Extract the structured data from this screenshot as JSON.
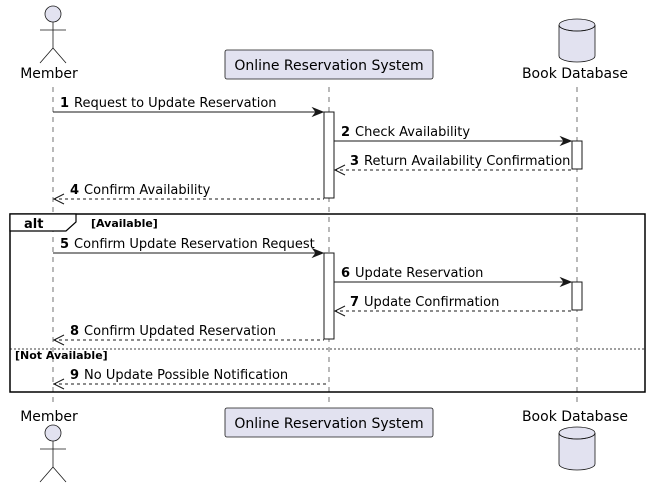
{
  "participants": [
    {
      "id": "member",
      "name": "Member",
      "kind": "actor"
    },
    {
      "id": "system",
      "name": "Online Reservation System",
      "kind": "participant"
    },
    {
      "id": "db",
      "name": "Book Database",
      "kind": "database"
    }
  ],
  "messages": [
    {
      "num": "1",
      "text": "Request to Update Reservation",
      "from": "member",
      "to": "system",
      "style": "solid"
    },
    {
      "num": "2",
      "text": "Check Availability",
      "from": "system",
      "to": "db",
      "style": "solid"
    },
    {
      "num": "3",
      "text": "Return Availability Confirmation",
      "from": "db",
      "to": "system",
      "style": "dashed"
    },
    {
      "num": "4",
      "text": "Confirm Availability",
      "from": "system",
      "to": "member",
      "style": "dashed"
    },
    {
      "num": "5",
      "text": "Confirm Update Reservation Request",
      "from": "member",
      "to": "system",
      "style": "solid"
    },
    {
      "num": "6",
      "text": "Update Reservation",
      "from": "system",
      "to": "db",
      "style": "solid"
    },
    {
      "num": "7",
      "text": "Update Confirmation",
      "from": "db",
      "to": "system",
      "style": "dashed"
    },
    {
      "num": "8",
      "text": "Confirm Updated Reservation",
      "from": "system",
      "to": "member",
      "style": "dashed"
    },
    {
      "num": "9",
      "text": "No Update Possible Notification",
      "from": "system",
      "to": "member",
      "style": "dashed"
    }
  ],
  "fragment": {
    "keyword": "alt",
    "guard1": "[Available]",
    "guard2": "[Not Available]"
  },
  "colors": {
    "participant_fill": "#E2E2F0",
    "participant_stroke": "#181818",
    "lifeline": "#181818"
  }
}
